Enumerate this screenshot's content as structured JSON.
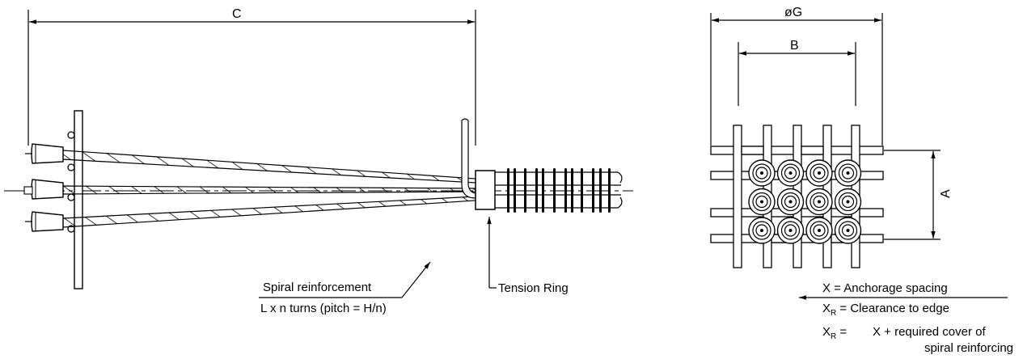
{
  "side_view": {
    "dim_c": "C",
    "spiral_label": "Spiral reinforcement",
    "spiral_formula": "L x n turns (pitch = H/n)",
    "tension_ring_label": "Tension Ring"
  },
  "end_view": {
    "dim_og": "øG",
    "dim_b": "B",
    "dim_a": "A",
    "grid_rows": 3,
    "grid_cols": 4
  },
  "legend": {
    "x_def": "X = Anchorage spacing",
    "xr_symbol": "X",
    "xr_subscript": "R",
    "xr_def": " = Clearance to edge",
    "xr2_symbol": "X",
    "xr2_subscript": "R",
    "xr2_eq": " =",
    "xr2_def_line1": "X + required cover of",
    "xr2_def_line2": "spiral reinforcing"
  },
  "colors": {
    "line": "#000000",
    "background": "#ffffff"
  }
}
